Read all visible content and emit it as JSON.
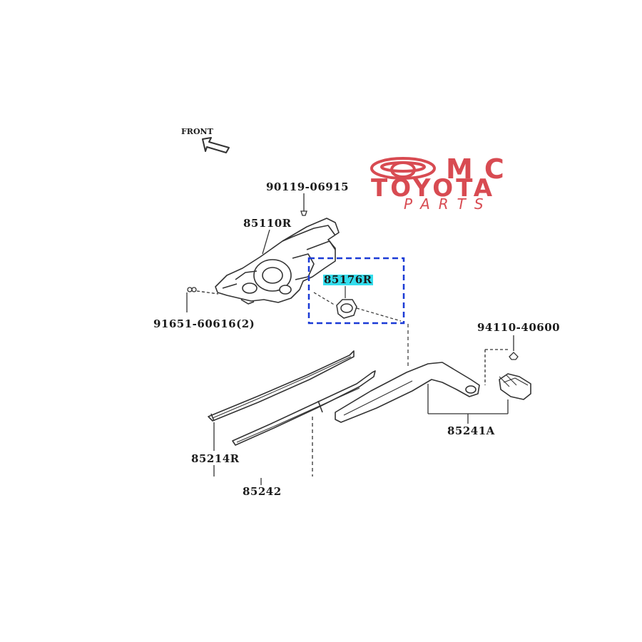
{
  "diagram": {
    "front_label": "FRONT",
    "parts": [
      {
        "id": "90119-06915"
      },
      {
        "id": "85110R"
      },
      {
        "id": "85176R",
        "highlighted": true
      },
      {
        "id": "91651-60616(2)"
      },
      {
        "id": "94110-40600"
      },
      {
        "id": "85241A"
      },
      {
        "id": "85214R"
      },
      {
        "id": "85242"
      }
    ],
    "highlight_color": "#33dded",
    "callout_box_color": "#1a3ad6"
  },
  "watermark": {
    "line1": "MC",
    "line2": "TOYOTA",
    "line3": "PARTS",
    "color": "#d84b52",
    "emblem": "toyota-emblem-icon"
  }
}
